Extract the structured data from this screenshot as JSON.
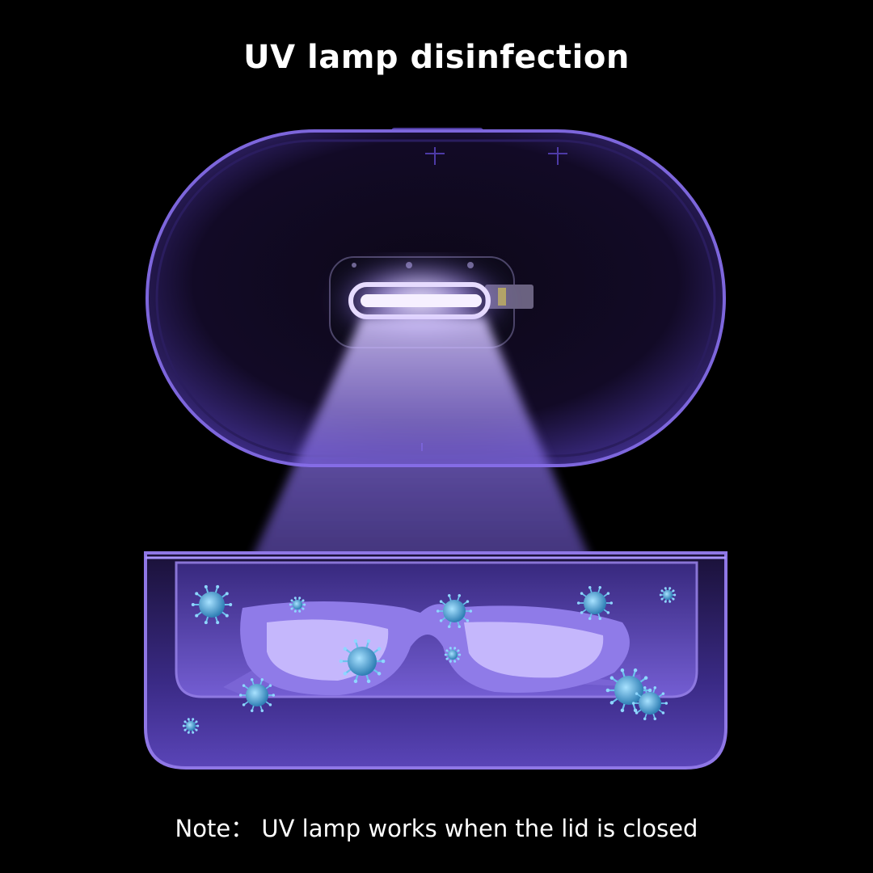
{
  "header": {
    "title": "UV lamp disinfection"
  },
  "footer": {
    "note": "Note： UV lamp works when the lid is closed"
  },
  "colors": {
    "background": "#000000",
    "case_edge": "#8f77e6",
    "uv_glow": "#b6a3ff",
    "lamp_core": "#f4ecff",
    "virus": "#4ea9d6",
    "text": "#ffffff"
  },
  "illustration": {
    "objects": [
      "case-lid",
      "uv-lamp",
      "light-beam",
      "case-base",
      "eyeglasses",
      "virus-particle-icon"
    ]
  }
}
